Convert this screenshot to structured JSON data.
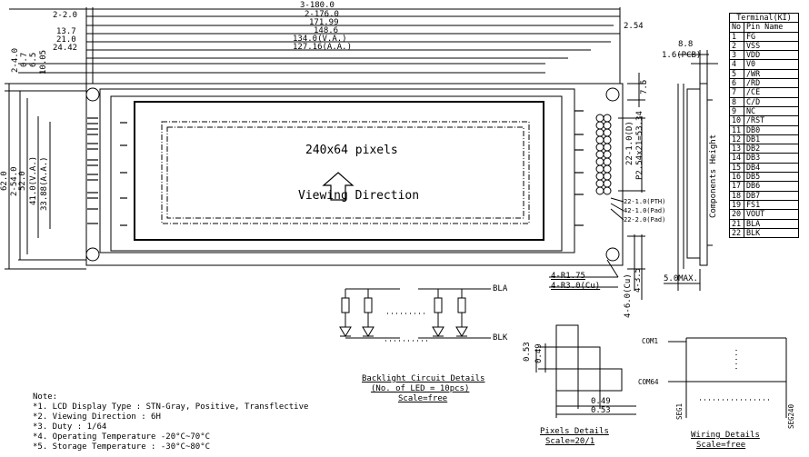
{
  "top_dims": [
    "3-180.0",
    "2-176.0",
    "171.99",
    "148.6",
    "134.0(V.A.)",
    "127.16(A.A.)"
  ],
  "left_small_dims": {
    "a": "2-2.0",
    "b": "13.7",
    "c": "21.0",
    "d": "24.42"
  },
  "right_top_dim": "2.54",
  "left_vert_dims": [
    "2-4.0",
    "0.7",
    "6.5",
    "10.05"
  ],
  "height_dims": [
    "62.0",
    "2-54.0",
    "52.0",
    "41.0(V.A.)",
    "33.88(A.A.)"
  ],
  "screen": {
    "label": "240x64 pixels",
    "viewing": "Viewing Direction"
  },
  "right_dims": {
    "d75": "7.5",
    "p1": "22-1.0(D)",
    "p2": "P2.54x21=53.34",
    "p3": "22-1.0(PTH)",
    "p4": "42-1.0(Pad)",
    "p5": "22-2.0(Pad)"
  },
  "bottom_dims": {
    "r1": "4-R1.75",
    "r2": "4-R3.0(Cu)",
    "d35": "4-3.5",
    "d60": "4-6.0(Cu)"
  },
  "side_dims": {
    "t1": "8.8",
    "t2": "1.6(PCB)",
    "comp": "Components Height",
    "max": "5.0MAX."
  },
  "pin_table": {
    "title": "Terminal(KI)",
    "col_no": "No",
    "col_name": "Pin Name",
    "rows": [
      [
        "1",
        "FG"
      ],
      [
        "2",
        "VSS"
      ],
      [
        "3",
        "VDD"
      ],
      [
        "4",
        "V0"
      ],
      [
        "5",
        "/WR"
      ],
      [
        "6",
        "/RD"
      ],
      [
        "7",
        "/CE"
      ],
      [
        "8",
        "C/D"
      ],
      [
        "9",
        "NC"
      ],
      [
        "10",
        "/RST"
      ],
      [
        "11",
        "DB0"
      ],
      [
        "12",
        "DB1"
      ],
      [
        "13",
        "DB2"
      ],
      [
        "14",
        "DB3"
      ],
      [
        "15",
        "DB4"
      ],
      [
        "16",
        "DB5"
      ],
      [
        "17",
        "DB6"
      ],
      [
        "18",
        "DB7"
      ],
      [
        "19",
        "FS1"
      ],
      [
        "20",
        "VOUT"
      ],
      [
        "21",
        "BLA"
      ],
      [
        "22",
        "BLK"
      ]
    ]
  },
  "backlight": {
    "bla": "BLA",
    "blk": "BLK",
    "title": "Backlight Circuit Details",
    "sub": "(No. of LED = 10pcs)",
    "scale": "Scale=free"
  },
  "pixels": {
    "d1": "0.53",
    "d2": "0.49",
    "d3": "0.49",
    "d4": "0.53",
    "title": "Pixels Details",
    "scale": "Scale=20/1"
  },
  "wiring": {
    "com1": "COM1",
    "com64": "COM64",
    "seg1": "SEG1",
    "seg240": "SEG240",
    "title": "Wiring Details",
    "scale": "Scale=free"
  },
  "notes": {
    "title": "Note:",
    "items": [
      "*1. LCD Display Type : STN-Gray, Positive, Transflective",
      "*2. Viewing Direction : 6H",
      "*3. Duty : 1/64",
      "*4. Operating Temperature   -20°C~70°C",
      "*5. Storage Temperature : -30°C~80°C"
    ]
  }
}
